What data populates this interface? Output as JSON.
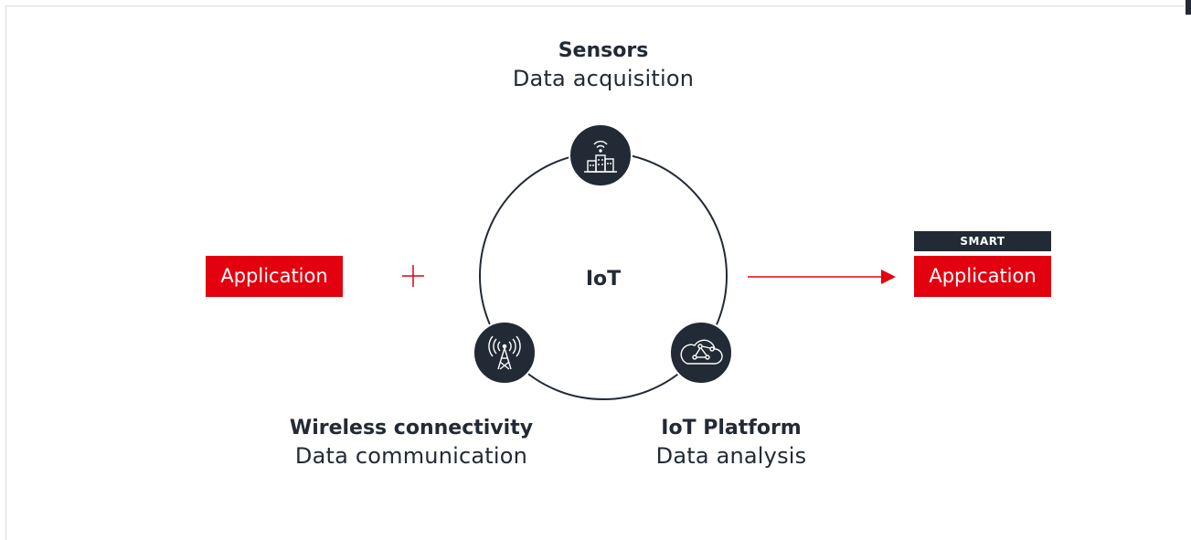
{
  "nodes": {
    "sensors": {
      "title": "Sensors",
      "subtitle": "Data acquisition",
      "icon": "smart-city-icon"
    },
    "wireless": {
      "title": "Wireless connectivity",
      "subtitle": "Data communication",
      "icon": "radio-tower-icon"
    },
    "platform": {
      "title": "IoT Platform",
      "subtitle": "Data analysis",
      "icon": "cloud-network-icon"
    }
  },
  "center_label": "IoT",
  "left_box": {
    "label": "Application"
  },
  "plus_symbol": "+",
  "right_box": {
    "tag": "SMART",
    "label": "Application"
  },
  "colors": {
    "accent_red": "#e3000f",
    "dark_navy": "#222a35",
    "circle_stroke": "#222a35",
    "background": "#ffffff"
  }
}
